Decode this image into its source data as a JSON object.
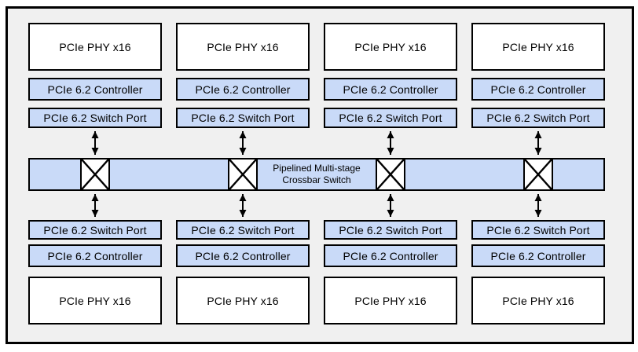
{
  "diagram": {
    "crossbar": {
      "label_line1": "Pipelined Multi-stage",
      "label_line2": "Crossbar Switch",
      "switch_icon": "crossbar-x-icon",
      "switch_icon_count": 4
    },
    "columns": [
      {
        "top": {
          "phy": "PCIe PHY x16",
          "controller": "PCIe 6.2 Controller",
          "switch_port": "PCIe 6.2 Switch Port"
        },
        "bottom": {
          "switch_port": "PCIe 6.2 Switch Port",
          "controller": "PCIe 6.2 Controller",
          "phy": "PCIe PHY x16"
        }
      },
      {
        "top": {
          "phy": "PCIe PHY x16",
          "controller": "PCIe 6.2 Controller",
          "switch_port": "PCIe 6.2 Switch Port"
        },
        "bottom": {
          "switch_port": "PCIe 6.2 Switch Port",
          "controller": "PCIe 6.2 Controller",
          "phy": "PCIe PHY x16"
        }
      },
      {
        "top": {
          "phy": "PCIe PHY x16",
          "controller": "PCIe 6.2 Controller",
          "switch_port": "PCIe 6.2 Switch Port"
        },
        "bottom": {
          "switch_port": "PCIe 6.2 Switch Port",
          "controller": "PCIe 6.2 Controller",
          "phy": "PCIe PHY x16"
        }
      },
      {
        "top": {
          "phy": "PCIe PHY x16",
          "controller": "PCIe 6.2 Controller",
          "switch_port": "PCIe 6.2 Switch Port"
        },
        "bottom": {
          "switch_port": "PCIe 6.2 Switch Port",
          "controller": "PCIe 6.2 Controller",
          "phy": "PCIe PHY x16"
        }
      }
    ],
    "icons": {
      "crossbar_switch": "crossbar-x-icon",
      "link": "bidirectional-arrow-icon"
    },
    "colors": {
      "block_blue": "#c9daf8",
      "block_white": "#ffffff",
      "canvas_gray": "#f0f0f0",
      "line_black": "#000000"
    }
  }
}
